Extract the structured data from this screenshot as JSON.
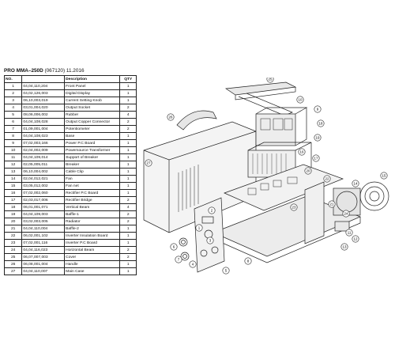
{
  "header": {
    "model": "PRO MMA–250D",
    "code": "(067120)",
    "date": "11.2016"
  },
  "table": {
    "columns": [
      "NO.",
      "",
      "Description",
      "QTY"
    ],
    "rows": [
      [
        "1",
        "04,04,110,204",
        "Front Panel",
        "1"
      ],
      [
        "2",
        "04,02,126,003",
        "Digital Display",
        "1"
      ],
      [
        "3",
        "06,10,003,019",
        "Current Setting Knob",
        "1"
      ],
      [
        "4",
        "03,01,004,020",
        "Output Socket",
        "2"
      ],
      [
        "5",
        "08,06,006,002",
        "Rubber",
        "4"
      ],
      [
        "6",
        "04,04,108,028",
        "Output Copper Connector",
        "2"
      ],
      [
        "7",
        "01,09,001,004",
        "Potentiometer",
        "2"
      ],
      [
        "8",
        "04,04,108,023",
        "Base",
        "1"
      ],
      [
        "9",
        "07,02,003,166",
        "Power P.C Board",
        "1"
      ],
      [
        "10",
        "02,04,002,009",
        "Powersource Transformer",
        "1"
      ],
      [
        "11",
        "04,04,109,014",
        "Support of Breaker",
        "1"
      ],
      [
        "12",
        "02,05,005,011",
        "Breaker",
        "1"
      ],
      [
        "13",
        "06,10,004,002",
        "Cable Clip",
        "1"
      ],
      [
        "14",
        "02,04,012,021",
        "Fan",
        "1"
      ],
      [
        "15",
        "03,05,012,002",
        "Fan net",
        "1"
      ],
      [
        "16",
        "07,02,002,060",
        "Rectifier P.C Board",
        "1"
      ],
      [
        "17",
        "02,03,017,006",
        "Rectifier Bridge",
        "2"
      ],
      [
        "18",
        "06,01,001,071",
        "Vertical Beam",
        "4"
      ],
      [
        "19",
        "04,04,109,003",
        "Baffle-1",
        "2"
      ],
      [
        "20",
        "03,02,003,005",
        "Radiator",
        "2"
      ],
      [
        "21",
        "04,04,110,004",
        "Baffle-2",
        "1"
      ],
      [
        "22",
        "06,02,001,102",
        "Inverter Insulation Board",
        "1"
      ],
      [
        "23",
        "07,02,001,116",
        "Inverter P.C Board",
        "1"
      ],
      [
        "24",
        "04,04,116,023",
        "Horizontal Beam",
        "2"
      ],
      [
        "25",
        "06,07,007,003",
        "Cover",
        "2"
      ],
      [
        "26",
        "06,08,001,004",
        "Handle",
        "1"
      ],
      [
        "27",
        "04,04,110,007",
        "Main Case",
        "1"
      ]
    ]
  },
  "callouts": [
    "1",
    "2",
    "3",
    "4",
    "5",
    "6",
    "7",
    "8",
    "9",
    "10",
    "11",
    "12",
    "13",
    "14",
    "15",
    "16",
    "17",
    "18",
    "19",
    "20",
    "21",
    "22",
    "23",
    "24",
    "25",
    "26",
    "27"
  ]
}
